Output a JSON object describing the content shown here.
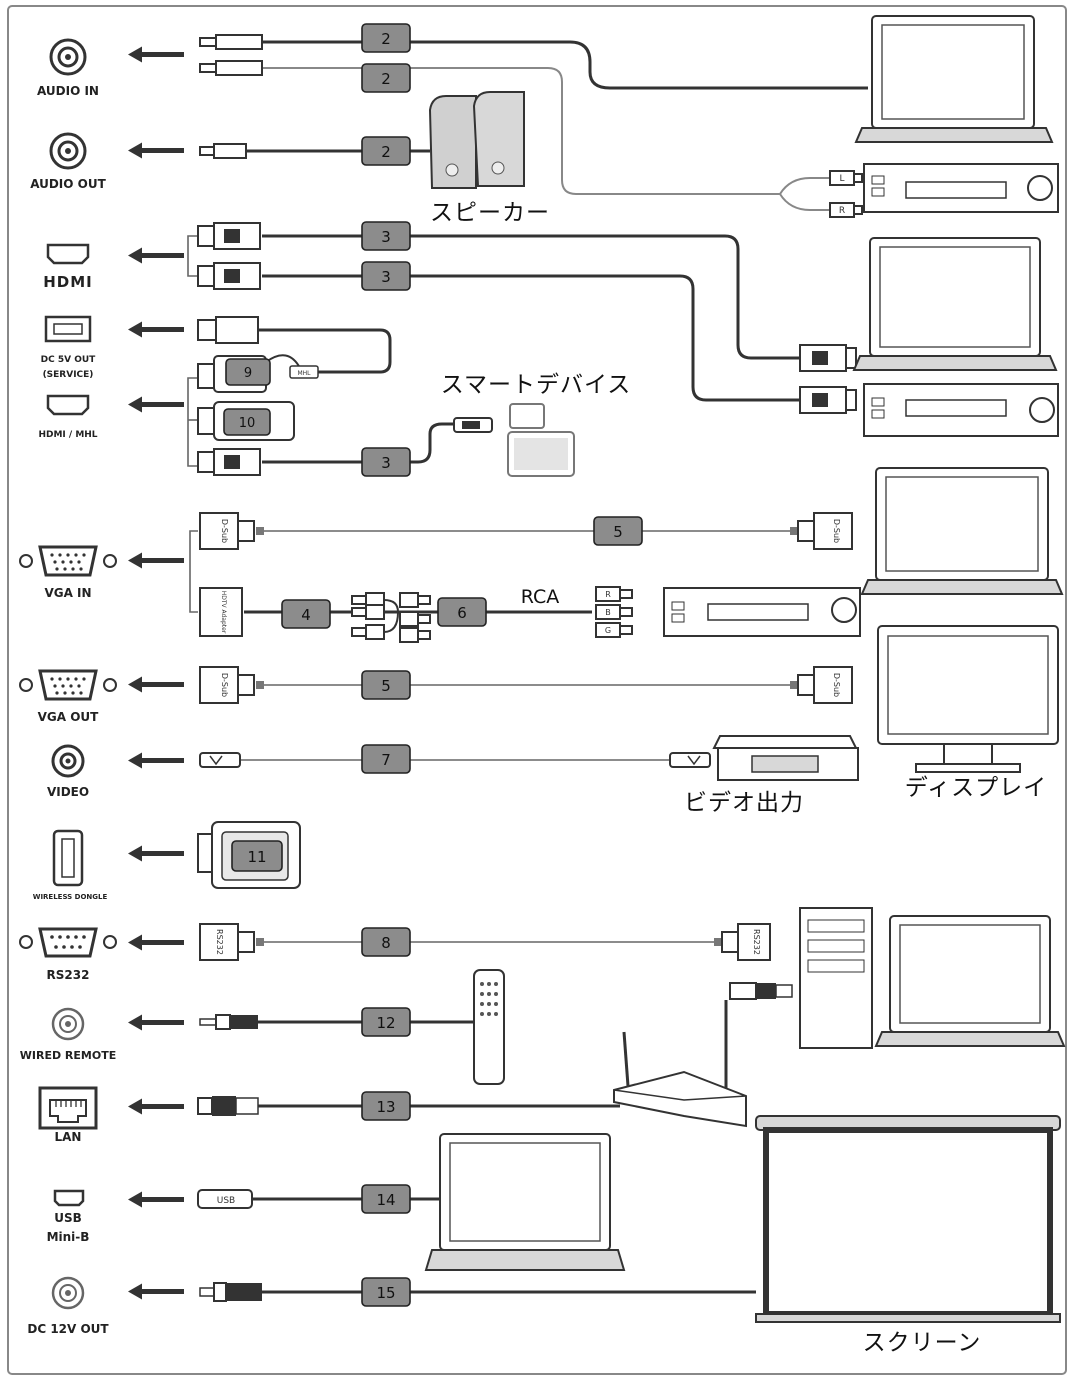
{
  "ports": {
    "audio_in": "AUDIO IN",
    "audio_out": "AUDIO OUT",
    "hdmi": "HDMI",
    "dc5v_line1": "DC 5V OUT",
    "dc5v_line2": "(SERVICE)",
    "hdmi_mhl": "HDMI / MHL",
    "vga_in": "VGA IN",
    "vga_out": "VGA OUT",
    "video": "VIDEO",
    "wireless_dongle": "WIRELESS DONGLE",
    "rs232": "RS232",
    "wired_remote": "WIRED REMOTE",
    "lan": "LAN",
    "usb_line1": "USB",
    "usb_line2": "Mini-B",
    "dc12v": "DC 12V OUT"
  },
  "devices": {
    "speakers": "スピーカー",
    "smart_device": "スマートデバイス",
    "video_out": "ビデオ出力",
    "display": "ディスプレイ",
    "screen": "スクリーン"
  },
  "connector_text": {
    "dsub": "D-Sub",
    "rs232": "RS232",
    "usb": "USB",
    "rca": "RCA",
    "rca_l": "L",
    "rca_r": "R",
    "comp_r": "R",
    "comp_b": "B",
    "comp_g": "G",
    "hdtv_adapter": "HDTV Adapter",
    "mhl": "MHL"
  },
  "cables": {
    "c1": "2",
    "c2": "2",
    "c3": "2",
    "c4": "3",
    "c5": "3",
    "c6": "9",
    "c7": "10",
    "c8": "3",
    "c9": "5",
    "c10": "4",
    "c11": "6",
    "c12": "5",
    "c13": "7",
    "c14": "11",
    "c15": "8",
    "c16": "12",
    "c17": "13",
    "c18": "14",
    "c19": "15"
  }
}
